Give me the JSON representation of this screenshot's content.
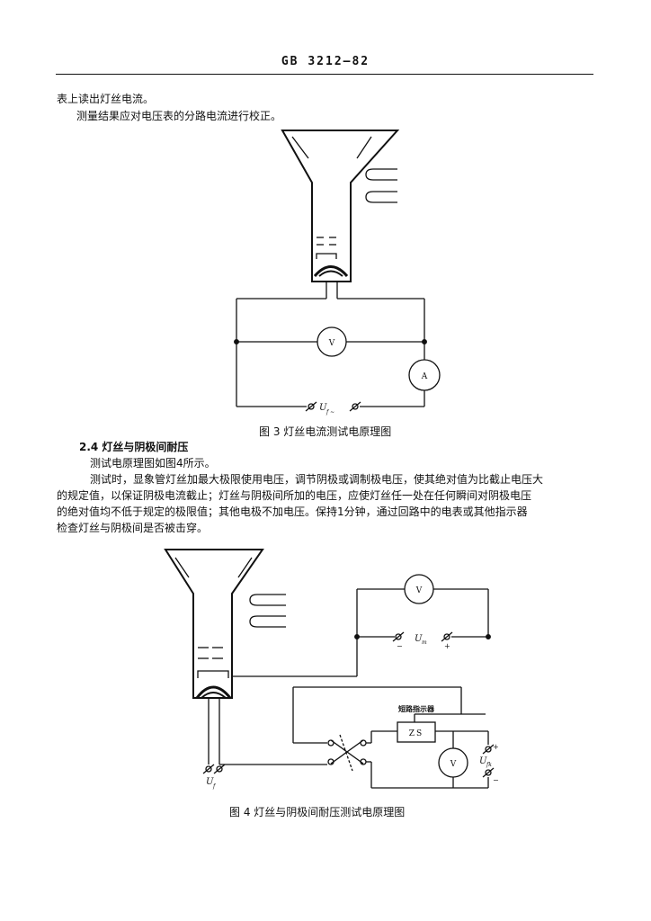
{
  "header": {
    "standard_code": "GB  3212—82"
  },
  "body": {
    "line1": "表上读出灯丝电流。",
    "line2": "测量结果应对电压表的分路电流进行校正。",
    "section_heading": "2.4   灯丝与阴极间耐压",
    "p2_line1": "测试电原理图如图4所示。",
    "p3_line1": "测试时，显象管灯丝加最大极限使用电压，调节阴极或调制极电压，使其绝对值为比截止电压大",
    "p3_line2": "的规定值，以保证阴极电流截止；灯丝与阴极间所加的电压，应使灯丝任一处在任何瞬间对阴极电压",
    "p3_line3": "的绝对值均不低于规定的极限值；其他电极不加电压。保持1分钟，通过回路中的电表或其他指示器",
    "p3_line4": "检查灯丝与阴极间是否被击穿。"
  },
  "figure3": {
    "caption": "图  3    灯丝电流测试电原理图",
    "voltmeter_label": "V",
    "ammeter_label": "A",
    "source_label": "U",
    "source_subscript": "f ~"
  },
  "figure4": {
    "caption": "图  4    灯丝与阴极间耐压测试电原理图",
    "voltmeter_top_label": "V",
    "voltmeter_right_label": "V",
    "um_label": "U",
    "um_subscript": "m",
    "um_minus": "−",
    "um_plus": "+",
    "indicator_label": "短路指示器",
    "zs_label": "ZS",
    "uf_label": "U",
    "uf_subscript": "f",
    "ufk_label": "U",
    "ufk_subscript": "fk",
    "ufk_plus": "+",
    "ufk_minus": "−"
  }
}
